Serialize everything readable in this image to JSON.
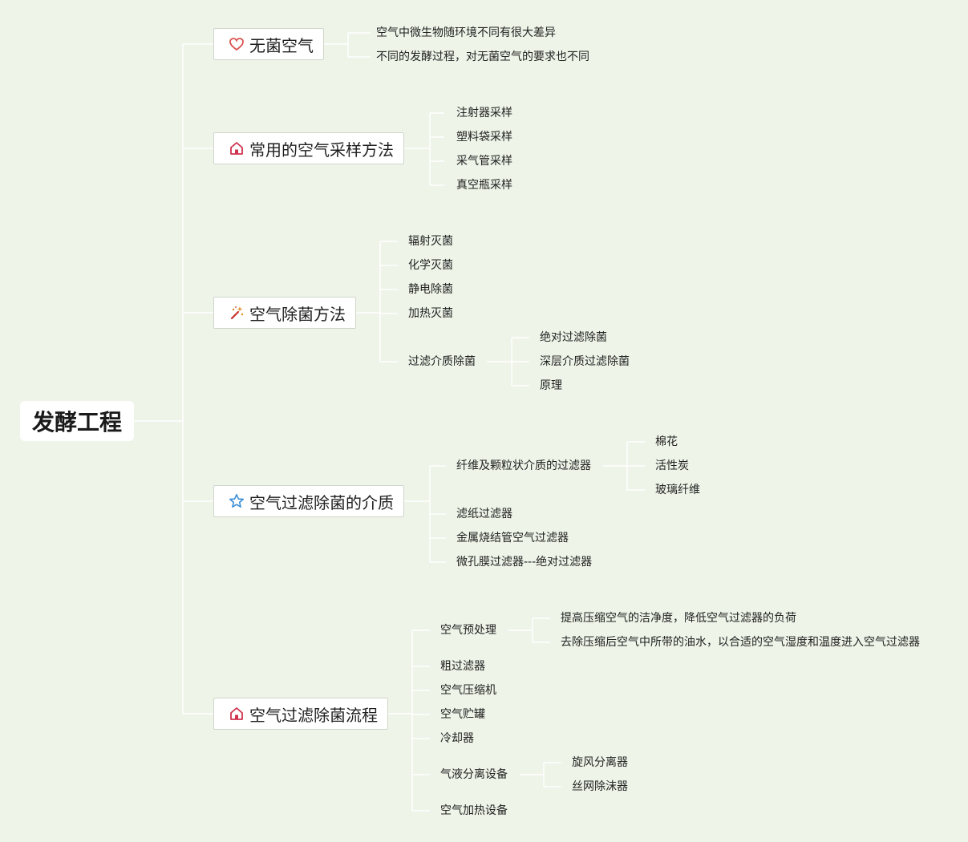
{
  "root": {
    "label": "发酵工程"
  },
  "branches": [
    {
      "label": "无菌空气",
      "icon": "heart-icon",
      "children": [
        {
          "label": "空气中微生物随环境不同有很大差异"
        },
        {
          "label": "不同的发酵过程，对无菌空气的要求也不同"
        }
      ]
    },
    {
      "label": "常用的空气采样方法",
      "icon": "home-icon",
      "children": [
        {
          "label": "注射器采样"
        },
        {
          "label": "塑料袋采样"
        },
        {
          "label": "采气管采样"
        },
        {
          "label": "真空瓶采样"
        }
      ]
    },
    {
      "label": "空气除菌方法",
      "icon": "magic-wand-icon",
      "children": [
        {
          "label": "辐射灭菌"
        },
        {
          "label": "化学灭菌"
        },
        {
          "label": "静电除菌"
        },
        {
          "label": "加热灭菌"
        },
        {
          "label": "过滤介质除菌",
          "children": [
            {
              "label": "绝对过滤除菌"
            },
            {
              "label": "深层介质过滤除菌"
            },
            {
              "label": "原理"
            }
          ]
        }
      ]
    },
    {
      "label": "空气过滤除菌的介质",
      "icon": "star-icon",
      "children": [
        {
          "label": "纤维及颗粒状介质的过滤器",
          "children": [
            {
              "label": "棉花"
            },
            {
              "label": "活性炭"
            },
            {
              "label": "玻璃纤维"
            }
          ]
        },
        {
          "label": "滤纸过滤器"
        },
        {
          "label": "金属烧结管空气过滤器"
        },
        {
          "label": "微孔膜过滤器---绝对过滤器"
        }
      ]
    },
    {
      "label": "空气过滤除菌流程",
      "icon": "home-icon",
      "children": [
        {
          "label": "空气预处理",
          "children": [
            {
              "label": "提高压缩空气的洁净度，降低空气过滤器的负荷"
            },
            {
              "label": "去除压缩后空气中所带的油水，以合适的空气湿度和温度进入空气过滤器"
            }
          ]
        },
        {
          "label": "粗过滤器"
        },
        {
          "label": "空气压缩机"
        },
        {
          "label": "空气贮罐"
        },
        {
          "label": "冷却器"
        },
        {
          "label": "气液分离设备",
          "children": [
            {
              "label": "旋风分离器"
            },
            {
              "label": "丝网除沫器"
            }
          ]
        },
        {
          "label": "空气加热设备"
        }
      ]
    }
  ],
  "colors": {
    "background": "#eef4e8",
    "line": "#ffffff",
    "heart": "#d9534f",
    "home": "#d0334f",
    "star": "#3a8fd6",
    "wand": "#c9302c"
  }
}
